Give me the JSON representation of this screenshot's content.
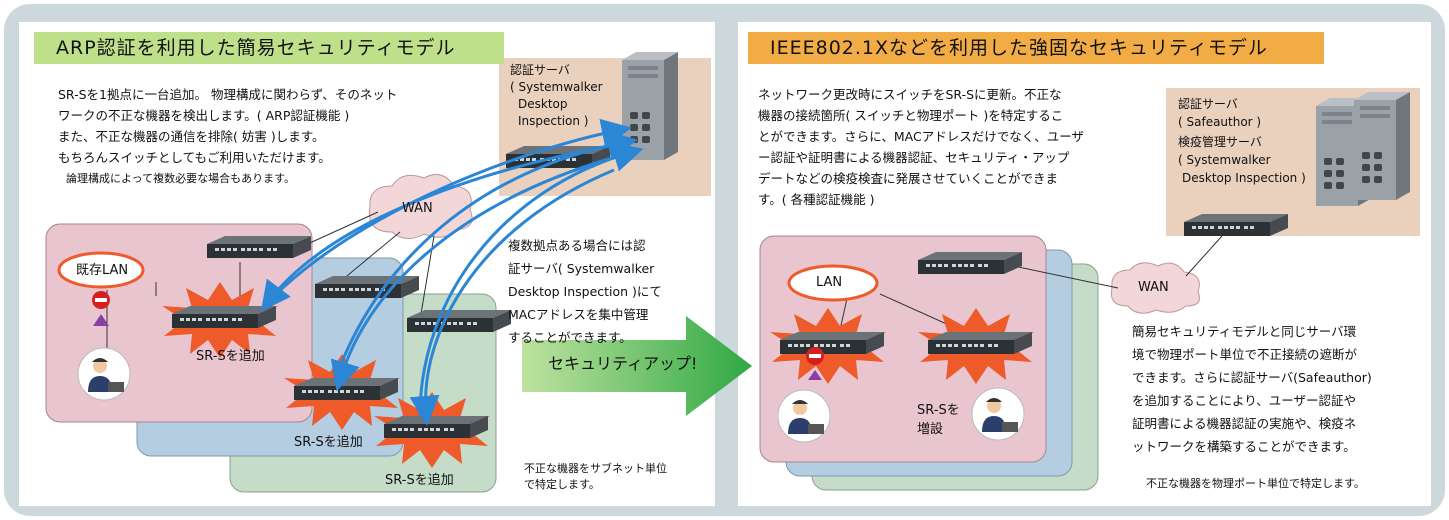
{
  "left": {
    "title": "ARP認証を利用した簡易セキュリティモデル",
    "desc": [
      "SR-Sを1拠点に一台追加。 物理構成に関わらず、そのネット",
      "ワークの不正な機器を検出します。( ARP認証機能 )",
      "また、不正な機器の通信を排除( 妨害 )します。",
      "もちろんスイッチとしてもご利用いただけます。"
    ],
    "note": "論理構成によって複数必要な場合もあります。",
    "server_label": [
      "認証サーバ",
      "( Systemwalker",
      "Desktop",
      "Inspection )"
    ],
    "wan": "WAN",
    "lan": "既存LAN",
    "add_label": "SR-Sを追加",
    "side_text": [
      "複数拠点ある場合には認",
      "証サーバ( Systemwalker",
      "Desktop Inspection )にて",
      "MACアドレスを集中管理",
      "することができます。"
    ],
    "bottom_note": [
      "不正な機器をサブネット単位",
      "で特定します。"
    ]
  },
  "arrow_label": "セキュリティアップ!",
  "right": {
    "title": "IEEE802.1Xなどを利用した強固なセキュリティモデル",
    "desc": [
      "ネットワーク更改時にスイッチをSR-Sに更新。不正な",
      "機器の接続箇所( スイッチと物理ポート )を特定するこ",
      "とができます。さらに、MACアドレスだけでなく、ユーザ",
      "ー認証や証明書による機器認証、セキュリティ・アップ",
      "デートなどの検疫検査に発展させていくことができま",
      "す。( 各種認証機能 )"
    ],
    "server_labels": [
      "認証サーバ",
      "( Safeauthor )",
      "検疫管理サーバ",
      "( Systemwalker",
      "Desktop Inspection )"
    ],
    "lan": "LAN",
    "wan": "WAN",
    "add_label": [
      "SR-Sを",
      "増設"
    ],
    "side_text": [
      "簡易セキュリティモデルと同じサーバ環",
      "境で物理ポート単位で不正接続の遮断が",
      "できます。さらに認証サーバ(Safeauthor)",
      "を追加することにより、ユーザー認証や",
      "証明書による機器認証の実施や、検疫ネ",
      "ットワークを構築することができます。"
    ],
    "bottom_note": "不正な機器を物理ポート単位で特定します。"
  },
  "colors": {
    "frame": "#cdd8dd",
    "left_banner": "#bfe08a",
    "right_banner": "#f2ac45",
    "pink_panel": "#e9c6cf",
    "blue_panel": "#b5cde0",
    "green_panel": "#c4dcc8",
    "server_box": "#ead1be",
    "burst": "#ee5a2a",
    "arrow_blue": "#2b86d6",
    "arrow_green": "#3cae4c"
  }
}
